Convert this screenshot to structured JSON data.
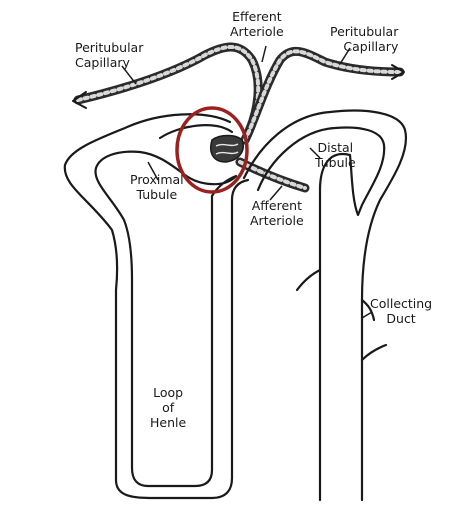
{
  "labels": {
    "efferent_arteriole": [
      "Efferent",
      "Arteriole"
    ],
    "peritubular_capillary_left": [
      "Peritubular",
      "Capillary"
    ],
    "peritubular_capillary_right": [
      "Peritubular",
      "Capillary"
    ],
    "proximal_tubule": [
      "Proximal",
      "Tubule"
    ],
    "distal_tubule": [
      "Distal",
      "Tubule"
    ],
    "afferent_arteriole": [
      "Afferent",
      "Arteriole"
    ],
    "collecting_duct": [
      "Collecting",
      "Duct"
    ],
    "loop_of_henle": [
      "Loop",
      "of",
      "Henle"
    ]
  },
  "colors": {
    "line": "#1a1a1a",
    "highlight_circle": "#9b2020",
    "background": "#ffffff"
  }
}
